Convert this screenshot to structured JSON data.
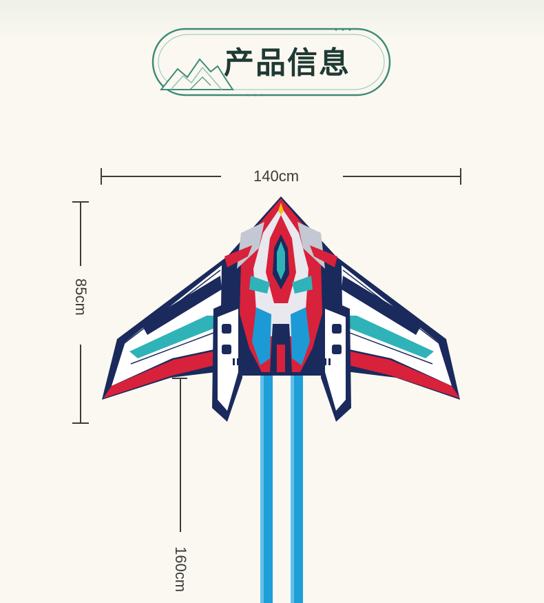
{
  "title": "产品信息",
  "dimensions": {
    "width_label": "140cm",
    "height_label": "85cm",
    "tail_label": "160cm"
  },
  "colors": {
    "title_text": "#1f3a34",
    "badge_stroke": "#3e8a7a",
    "kite_navy": "#1b2a5c",
    "kite_red": "#d8213a",
    "kite_teal": "#2fb3b8",
    "kite_blue": "#1c9ad6",
    "tail_blue": "#1f9ed8"
  }
}
